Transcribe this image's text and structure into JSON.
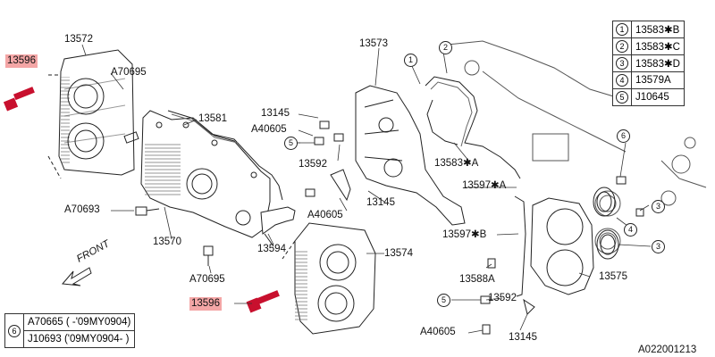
{
  "colors": {
    "highlight": "#f4a6a6",
    "bolt_red": "#c8102e",
    "line": "#222222"
  },
  "part_labels": {
    "p13572": "13572",
    "p13596_top": "13596",
    "pA70695_top": "A70695",
    "p13581": "13581",
    "p13145_top": "13145",
    "pA40605_mid": "A40605",
    "p13592_mid": "13592",
    "pA70693": "A70693",
    "p13570": "13570",
    "p13594": "13594",
    "pA70695_bot": "A70695",
    "p13596_bot": "13596",
    "p13573": "13573",
    "p13583A": "13583✱A",
    "p13145_mid": "13145",
    "pA40605_low": "A40605",
    "p13597A": "13597✱A",
    "p13597B": "13597✱B",
    "p13574": "13574",
    "p13588A": "13588A",
    "p13592_bot": "13592",
    "p13575": "13575",
    "pA40605_bot": "A40605",
    "p13145_bot": "13145"
  },
  "callouts": {
    "c1": "1",
    "c2": "2",
    "c3a": "3",
    "c3b": "3",
    "c4": "4",
    "c5a": "5",
    "c5b": "5",
    "c6": "6"
  },
  "reference_table": {
    "rows": [
      {
        "key": "1",
        "part": "13583✱B"
      },
      {
        "key": "2",
        "part": "13583✱C"
      },
      {
        "key": "3",
        "part": "13583✱D"
      },
      {
        "key": "4",
        "part": "13579A"
      },
      {
        "key": "5",
        "part": "J10645"
      }
    ]
  },
  "note_table": {
    "key": "6",
    "rows": [
      {
        "part": "A70665",
        "range": "( -'09MY0904)"
      },
      {
        "part": "J10693",
        "range": "('09MY0904- )"
      }
    ]
  },
  "front_label": "FRONT",
  "diagram_code": "A022001213"
}
